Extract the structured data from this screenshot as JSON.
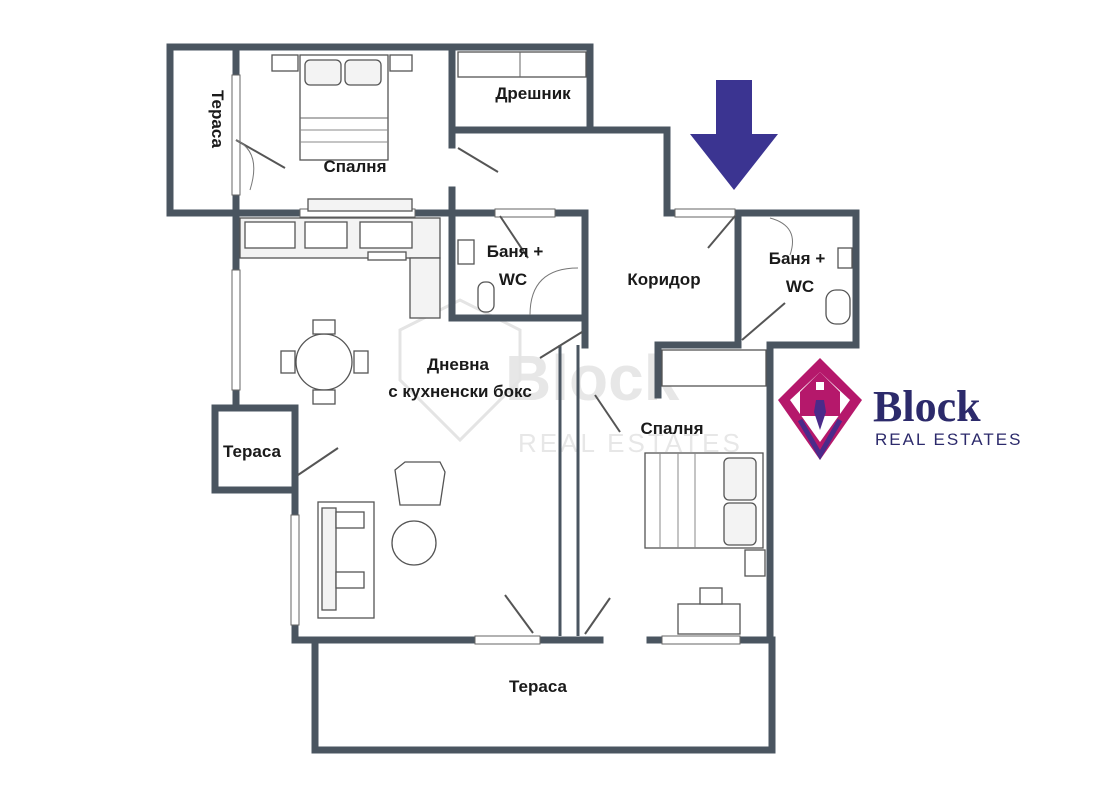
{
  "rooms": {
    "terrace_left_top": "Тераса",
    "dressing": "Дрешник",
    "bedroom_top": "Спалня",
    "bath1_line1": "Баня +",
    "bath1_line2": "WC",
    "corridor": "Коридор",
    "bath2_line1": "Баня +",
    "bath2_line2": "WC",
    "living_line1": "Дневна",
    "living_line2": "с кухненски бокс",
    "terrace_left_mid": "Тераса",
    "bedroom_bottom": "Спалня",
    "terrace_bottom": "Тераса"
  },
  "watermark": {
    "main": "Block",
    "sub": "REAL ESTATES"
  },
  "logo": {
    "brand": "Block",
    "tagline": "REAL ESTATES",
    "colors": {
      "magenta": "#b5186b",
      "purple": "#4b2a8a",
      "navy": "#2c2a6b"
    }
  },
  "entrance_arrow": {
    "icon": "down-arrow-icon",
    "color": "#3b3491"
  }
}
